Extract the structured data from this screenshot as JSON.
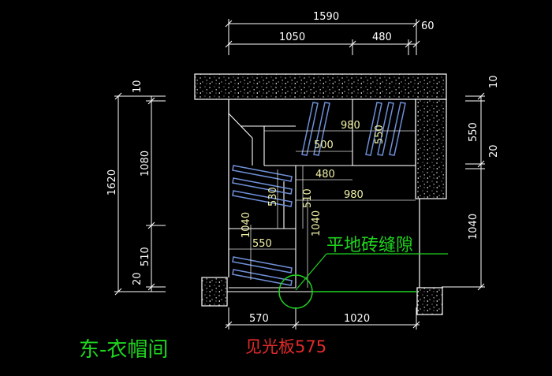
{
  "dimensions": {
    "overall_width": "1590",
    "top_left_width": "1050",
    "top_right_width": "480",
    "top_small": "60",
    "left_overall": "1620",
    "left_upper": "1080",
    "left_lower": "510",
    "left_top_gap": "10",
    "left_bottom_gap": "20",
    "right_top_gap": "10",
    "right_upper": "550",
    "right_mid_gap": "20",
    "right_lower": "1040",
    "inner_980_top": "980",
    "inner_550_vertical": "550",
    "inner_500": "500",
    "inner_480": "480",
    "inner_980_mid": "980",
    "inner_530": "530",
    "inner_510": "510",
    "inner_1040_left": "1040",
    "inner_1040_mid": "1040",
    "inner_550_bottom": "550",
    "bottom_570": "570",
    "bottom_1020": "1020"
  },
  "annotations": {
    "floor_tile_joint": "平地砖缝隙",
    "room_name": "东-衣帽间",
    "light_panel_note": "见光板575"
  },
  "colors": {
    "background": "#000000",
    "wall": "#ffffff",
    "dimension": "#ffffff",
    "inner_dimension": "#f2f2a8",
    "hanging_rod": "#6f90d8",
    "annotation_green": "#1fd41f",
    "annotation_red": "#e52a2a"
  }
}
